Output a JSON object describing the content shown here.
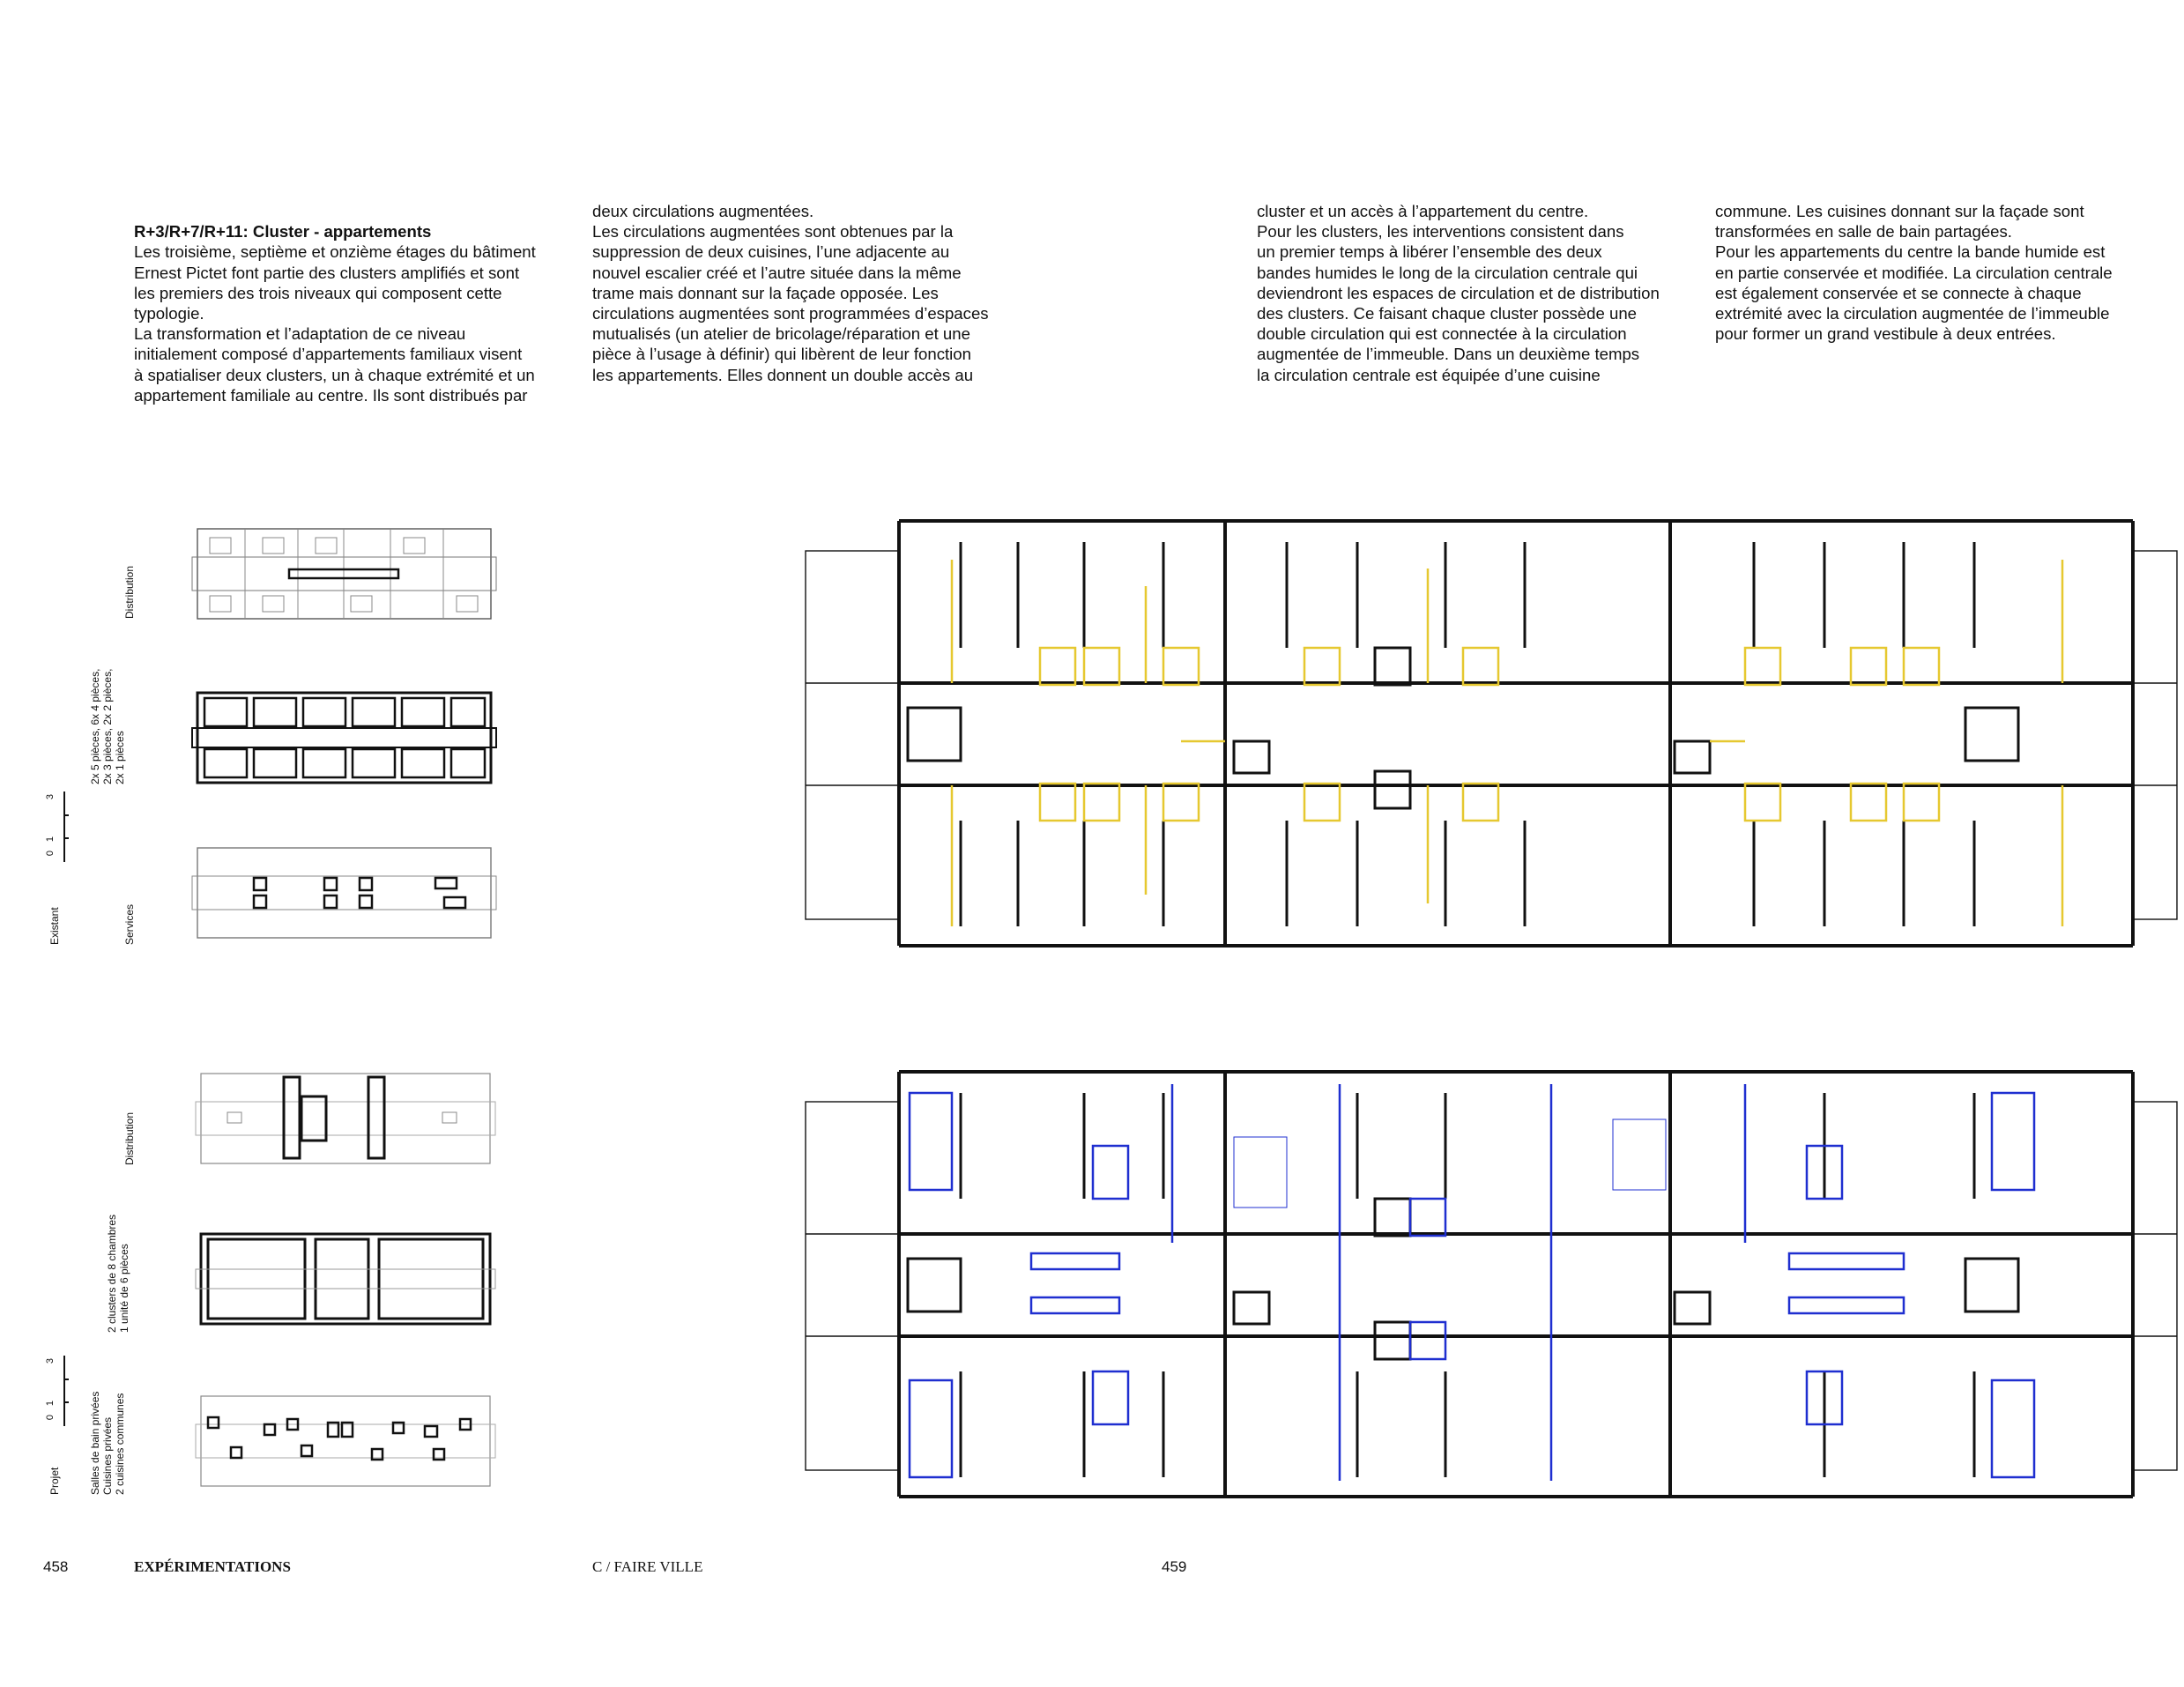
{
  "text": {
    "col1_head": "R+3/R+7/R+11: Cluster - appartements",
    "col1_body": "Les troisième, septième et onzième étages du bâtiment\nErnest Pictet font partie des clusters amplifiés et sont\nles premiers des trois niveaux qui composent cette\ntypologie.\nLa transformation et l’adaptation de ce niveau\ninitialement composé d’appartements familiaux visent\nà spatialiser deux clusters, un à chaque extrémité et un\nappartement familiale au centre. Ils sont distribués par",
    "col2": "deux circulations augmentées.\nLes circulations augmentées sont obtenues par la\nsuppression de deux cuisines, l’une adjacente au\nnouvel escalier créé et l’autre située dans la même\ntrame mais donnant sur la façade opposée. Les\ncirculations augmentées sont programmées d’espaces\nmutualisés (un atelier de bricolage/réparation et une\npièce à l’usage à définir) qui libèrent de leur fonction\nles appartements. Elles donnent un double accès au",
    "col3": "cluster et un accès à l’appartement du centre.\nPour les clusters, les interventions consistent dans\nun premier temps à libérer l’ensemble des deux\nbandes humides le long de la circulation centrale qui\ndeviendront les espaces de circulation et de distribution\ndes clusters. Ce faisant chaque cluster possède une\ndouble circulation qui est connectée à la circulation\naugmentée de l’immeuble. Dans un deuxième temps\nla circulation centrale est équipée d’une cuisine",
    "col4": "commune.  Les cuisines donnant sur la façade sont\ntransformées en salle de bain partagées.\nPour les appartements du centre la bande humide est\nen partie conservée et modifiée. La circulation centrale\nest également conservée et se connecte à chaque\nextrémité avec la circulation augmentée de l’immeuble\npour former un grand vestibule à deux entrées."
  },
  "labels": {
    "existant": "Existant",
    "projet": "Projet",
    "distribution_1": "Distribution",
    "distribution_2": "Distribution",
    "services": "Services",
    "pieces": "2x 5 pièces, 6x 4 pièces,\n2x 3 pièces, 2x 2 pièces,\n2x 1 pièces",
    "clusters": "2 clusters de 8 chambres\n1 unité de 6 pièces",
    "salles": "Salles de bain privées\nCuisines privées\n2 cuisines communes",
    "scale_0_a": "0",
    "scale_1_a": "1",
    "scale_3_a": "3",
    "scale_0_b": "0",
    "scale_1_b": "1",
    "scale_3_b": "3"
  },
  "footer": {
    "page_left": "458",
    "section": "EXPÉRIMENTATIONS",
    "chapter": "C / FAIRE VILLE",
    "page_right": "459"
  },
  "colors": {
    "ink": "#111111",
    "existing_highlight": "#e6c830",
    "project_highlight": "#1f2fd0"
  }
}
